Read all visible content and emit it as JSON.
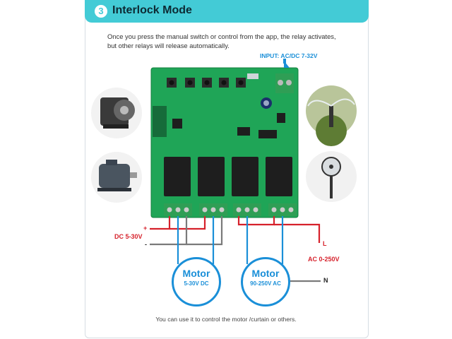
{
  "header": {
    "step_number": "3",
    "title": "Interlock Mode"
  },
  "description": {
    "line1": "Once you press the manual switch or control from the app, the relay activates,",
    "line2": "but other relays will release automatically."
  },
  "labels": {
    "input": "INPUT: AC/DC 7-32V",
    "dc_supply": "DC 5-30V",
    "plus": "+",
    "minus": "-",
    "ac_supply": "AC 0-250V",
    "live": "L",
    "neutral": "N"
  },
  "motors": [
    {
      "name": "Motor",
      "spec": "5-30V DC"
    },
    {
      "name": "Motor",
      "spec": "90-250V AC"
    }
  ],
  "footer": "You can use it to control the motor /curtain or others.",
  "colors": {
    "header": "#43cbd6",
    "board": "#1fa557",
    "wire_positive": "#d6212b",
    "wire_signal": "#1a8fd8",
    "wire_neutral": "#7a7a7a"
  }
}
